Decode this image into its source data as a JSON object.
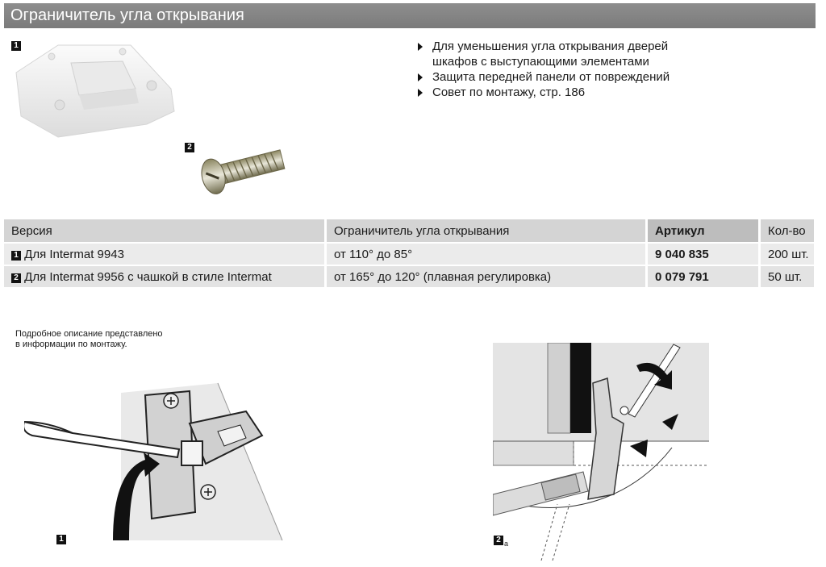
{
  "header": {
    "title": "Ограничитель угла открывания"
  },
  "product_images": [
    {
      "badge": "1",
      "icon": "angle-limiter-part-image"
    },
    {
      "badge": "2",
      "icon": "screw-image"
    }
  ],
  "features": [
    {
      "text": "Для уменьшения угла открывания дверей шкафов с выступающими элементами"
    },
    {
      "text": "Защита передней панели от повреждений"
    },
    {
      "text": "Совет по монтажу, стр. 186"
    }
  ],
  "table": {
    "headers": {
      "version": "Версия",
      "limiter": "Ограничитель угла открывания",
      "article": "Артикул",
      "qty": "Кол-во"
    },
    "rows": [
      {
        "badge": "1",
        "version": "Для Intermat 9943",
        "limiter": "от 110° до 85°",
        "article": "9 040 835",
        "qty": "200 шт."
      },
      {
        "badge": "2",
        "version": "Для Intermat 9956 с чашкой в стиле Intermat",
        "limiter": "от 165° до 120° (плавная регулировка)",
        "article": "0 079 791",
        "qty": "50 шт."
      }
    ]
  },
  "note": {
    "line1": "Подробное описание представлено",
    "line2": "в информации по монтажу."
  },
  "diagrams": [
    {
      "badge": "1",
      "icon": "screwdriver-install-illustration"
    },
    {
      "badge": "2",
      "sub": "a",
      "icon": "hinge-angle-diagram"
    }
  ]
}
